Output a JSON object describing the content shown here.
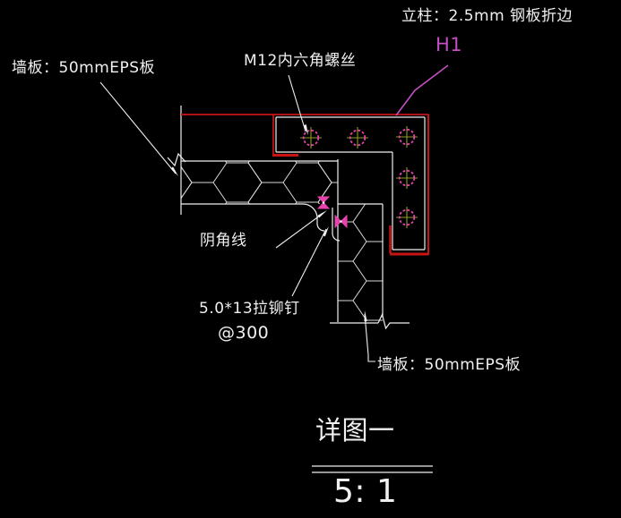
{
  "drawing": {
    "labels": {
      "wall_panel_top": "墙板：50mmEPS板",
      "bolt_label": "M12内六角螺丝",
      "column_label": "立柱：2.5mm 钢板折边",
      "grid_ref": "H1",
      "corner_line": "阴角线",
      "rivet_spec": "5.0*13拉铆钉",
      "rivet_spacing": "@300",
      "wall_panel_bottom": "墙板：50mmEPS板"
    },
    "title_block": {
      "title": "详图一",
      "scale": "5: 1"
    },
    "colors": {
      "background": "#000000",
      "line": "#f0f0f0",
      "hatch": "#d9d9d9",
      "steel_red": "#c81414",
      "magenta": "#c34fc3",
      "bolt_pink": "#e743ad",
      "crosshair_green": "#8a9a20"
    }
  }
}
